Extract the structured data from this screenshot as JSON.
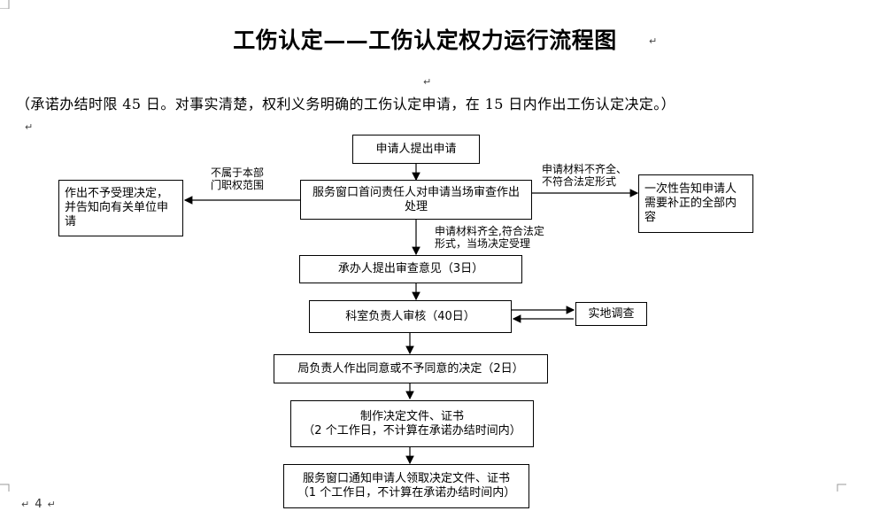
{
  "document": {
    "title": "工伤认定——工伤认定权力运行流程图",
    "note": "（承诺办结时限 45 日。对事实清楚，权利义务明确的工伤认定申请，在 15 日内作出工伤认定决定。）",
    "page_number": "4"
  },
  "flowchart": {
    "nodes": {
      "apply": "申请人提出申请",
      "window_review": "服务窗口首问责任人对申请当场审查作出处理",
      "not_accept": "作出不予受理决定，并告知向有关单位申请",
      "notify_supplement": "一次性告知申请人需要补正的全部内容",
      "handler_opinion": "承办人提出审查意见（3日）",
      "section_review": "科室负责人审核（40日）",
      "field_survey": "实地调查",
      "bureau_decision": "局负责人作出同意或不予同意的决定（2日）",
      "make_docs_line1": "制作决定文件、证书",
      "make_docs_line2": "（2 个工作日，不计算在承诺办结时间内）",
      "notify_collect_line1": "服务窗口通知申请人领取决定文件、证书",
      "notify_collect_line2": "（1 个工作日，不计算在承诺办结时间内）"
    },
    "edge_labels": {
      "out_of_scope_line1": "不属于本部",
      "out_of_scope_line2": "门职权范围",
      "incomplete_line1": "申请材料不齐全、",
      "incomplete_line2": "不符合法定形式",
      "complete_line1": "申请材料齐全,符合法定",
      "complete_line2": "形式，当场决定受理"
    }
  }
}
